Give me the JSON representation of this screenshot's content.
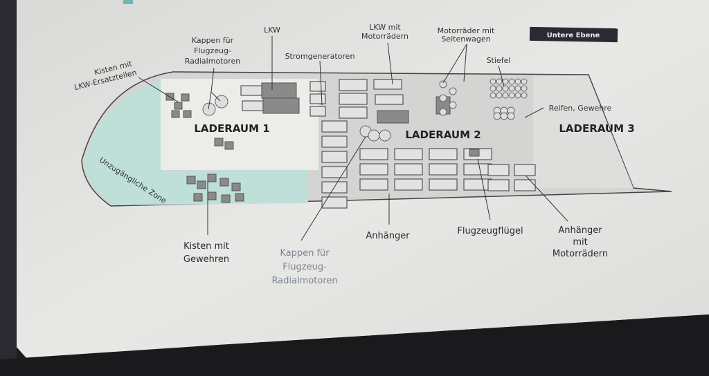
{
  "badge": "Untere Ebene",
  "holds": [
    "LADERAUM 1",
    "LADERAUM 2",
    "LADERAUM 3"
  ],
  "zone": "Unzugängliche Zone",
  "top_labels": {
    "kisten_lkw": [
      "Kisten mit",
      "LKW-Ersatzteilen"
    ],
    "kappen": [
      "Kappen für",
      "Flugzeug-",
      "Radialmotoren"
    ],
    "lkw": "LKW",
    "strom": "Stromgeneratoren",
    "lkw_motor": [
      "LKW mit",
      "Motorrädern"
    ],
    "motor_seiten": [
      "Motorräder mit",
      "Seitenwagen"
    ],
    "stiefel": "Stiefel",
    "reifen": "Reifen, Gewehre"
  },
  "bottom_labels": {
    "kisten_gewehre": [
      "Kisten mit",
      "Gewehren"
    ],
    "kappen": [
      "Kappen für",
      "Flugzeug-",
      "Radialmotoren"
    ],
    "anhaenger": "Anhänger",
    "fluegel": "Flugzeugflügel",
    "anhaenger_motor": [
      "Anhänger",
      "mit",
      "Motorrädern"
    ]
  },
  "colors": {
    "page": "#e6e6e4",
    "zone": "#bfe0d8",
    "badge": "#2b2a32"
  }
}
